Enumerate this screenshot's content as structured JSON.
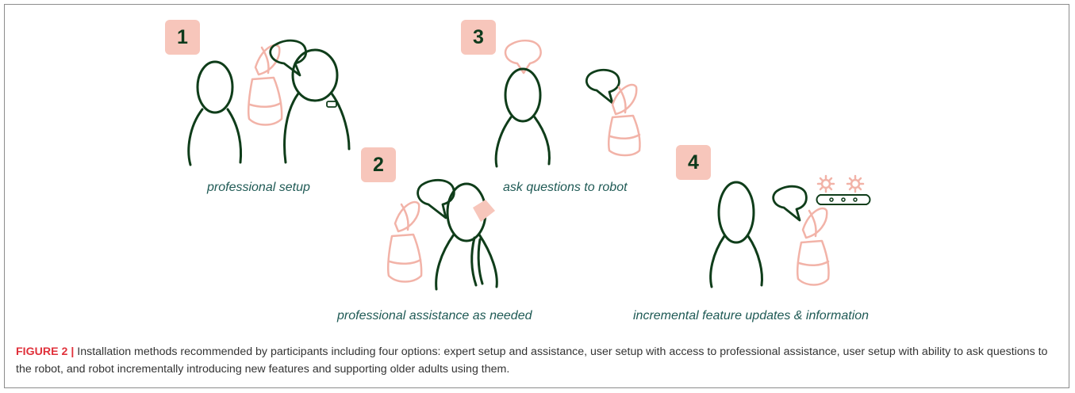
{
  "steps": [
    {
      "number": "1",
      "caption": "professional setup"
    },
    {
      "number": "2",
      "caption": "professional assistance as needed"
    },
    {
      "number": "3",
      "caption": "ask questions to robot"
    },
    {
      "number": "4",
      "caption": "incremental feature updates & information"
    }
  ],
  "figure": {
    "label": "FIGURE 2 |",
    "text": " Installation methods recommended by participants including four options: expert setup and assistance, user setup with access to professional assistance, user setup with ability to ask questions to the robot, and robot incrementally introducing new features and supporting older adults using them."
  },
  "colors": {
    "badge": "#f7c6bb",
    "person_stroke": "#0f3d1a",
    "robot_stroke": "#f2b3a8",
    "caption_text": "#1f5a55",
    "figure_label": "#e0313b"
  },
  "icons": [
    "person-icon",
    "robot-icon",
    "speech-bubble-icon",
    "gear-icon",
    "conveyor-icon"
  ]
}
